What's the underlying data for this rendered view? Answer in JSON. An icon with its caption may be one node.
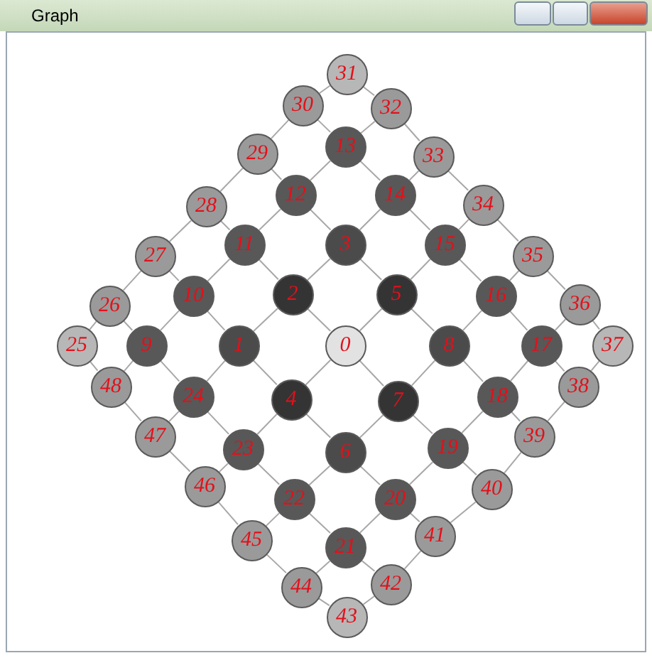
{
  "diagram": {
    "title": "Graph",
    "nodes": [
      {
        "text": [
          "0"
        ]
      },
      {
        "text": [
          "1"
        ]
      },
      {
        "text": [
          "2"
        ]
      },
      {
        "text": [
          "3"
        ]
      },
      {
        "text": [
          "4"
        ]
      },
      {
        "text": [
          "5"
        ]
      },
      {
        "text": [
          "6"
        ]
      },
      {
        "text": [
          "7"
        ]
      },
      {
        "text": [
          "8"
        ]
      },
      {
        "text": [
          "9"
        ]
      },
      {
        "text": [
          "10"
        ]
      },
      {
        "text": [
          "11"
        ]
      },
      {
        "text": [
          "12"
        ]
      },
      {
        "text": [
          "13"
        ]
      },
      {
        "text": [
          "14"
        ]
      },
      {
        "text": [
          "15"
        ]
      },
      {
        "text": [
          "16"
        ]
      },
      {
        "text": [
          "17"
        ]
      },
      {
        "text": [
          "18"
        ]
      },
      {
        "text": [
          "19"
        ]
      },
      {
        "text": [
          "20"
        ]
      },
      {
        "text": [
          "21"
        ]
      },
      {
        "text": [
          "22"
        ]
      },
      {
        "text": [
          "23"
        ]
      },
      {
        "text": [
          "24"
        ]
      },
      {
        "text": [
          "25"
        ]
      },
      {
        "text": [
          "26"
        ]
      },
      {
        "text": [
          "27"
        ]
      },
      {
        "text": [
          "28"
        ]
      },
      {
        "text": [
          "29"
        ]
      },
      {
        "text": [
          "30"
        ]
      },
      {
        "text": [
          "31"
        ]
      },
      {
        "text": [
          "32"
        ]
      },
      {
        "text": [
          "33"
        ]
      },
      {
        "text": [
          "34"
        ]
      },
      {
        "text": [
          "35"
        ]
      },
      {
        "text": [
          "36"
        ]
      },
      {
        "text": [
          "37"
        ]
      },
      {
        "text": [
          "38"
        ]
      },
      {
        "text": [
          "39"
        ]
      },
      {
        "text": [
          "40"
        ]
      },
      {
        "text": [
          "41"
        ]
      },
      {
        "text": [
          "42"
        ]
      },
      {
        "text": [
          "43"
        ]
      },
      {
        "text": [
          "44"
        ]
      },
      {
        "text": [
          "45"
        ]
      },
      {
        "text": [
          "46"
        ]
      },
      {
        "text": [
          "47"
        ]
      },
      {
        "text": [
          "48"
        ]
      }
    ],
    "edges": [
      {
        "from": 0,
        "to": 2,
        "arrow": "none"
      },
      {
        "from": 0,
        "to": 5,
        "arrow": "none"
      },
      {
        "from": 0,
        "to": 7,
        "arrow": "none"
      },
      {
        "from": 0,
        "to": 4,
        "arrow": "none"
      },
      {
        "from": 1,
        "to": 2,
        "arrow": "none"
      },
      {
        "from": 2,
        "to": 3,
        "arrow": "none"
      },
      {
        "from": 3,
        "to": 5,
        "arrow": "none"
      },
      {
        "from": 5,
        "to": 8,
        "arrow": "none"
      },
      {
        "from": 8,
        "to": 7,
        "arrow": "none"
      },
      {
        "from": 7,
        "to": 6,
        "arrow": "none"
      },
      {
        "from": 6,
        "to": 4,
        "arrow": "none"
      },
      {
        "from": 4,
        "to": 1,
        "arrow": "none"
      },
      {
        "from": 10,
        "to": 1,
        "arrow": "none"
      },
      {
        "from": 11,
        "to": 2,
        "arrow": "none"
      },
      {
        "from": 12,
        "to": 3,
        "arrow": "none"
      },
      {
        "from": 14,
        "to": 3,
        "arrow": "none"
      },
      {
        "from": 15,
        "to": 5,
        "arrow": "none"
      },
      {
        "from": 16,
        "to": 8,
        "arrow": "none"
      },
      {
        "from": 18,
        "to": 8,
        "arrow": "none"
      },
      {
        "from": 19,
        "to": 7,
        "arrow": "none"
      },
      {
        "from": 20,
        "to": 6,
        "arrow": "none"
      },
      {
        "from": 22,
        "to": 6,
        "arrow": "none"
      },
      {
        "from": 23,
        "to": 4,
        "arrow": "none"
      },
      {
        "from": 24,
        "to": 1,
        "arrow": "none"
      },
      {
        "from": 9,
        "to": 10,
        "arrow": "none"
      },
      {
        "from": 10,
        "to": 11,
        "arrow": "none"
      },
      {
        "from": 11,
        "to": 12,
        "arrow": "none"
      },
      {
        "from": 12,
        "to": 13,
        "arrow": "none"
      },
      {
        "from": 13,
        "to": 14,
        "arrow": "none"
      },
      {
        "from": 14,
        "to": 15,
        "arrow": "none"
      },
      {
        "from": 15,
        "to": 16,
        "arrow": "none"
      },
      {
        "from": 16,
        "to": 17,
        "arrow": "none"
      },
      {
        "from": 17,
        "to": 18,
        "arrow": "none"
      },
      {
        "from": 18,
        "to": 19,
        "arrow": "none"
      },
      {
        "from": 19,
        "to": 20,
        "arrow": "none"
      },
      {
        "from": 20,
        "to": 21,
        "arrow": "none"
      },
      {
        "from": 21,
        "to": 22,
        "arrow": "none"
      },
      {
        "from": 22,
        "to": 23,
        "arrow": "none"
      },
      {
        "from": 23,
        "to": 24,
        "arrow": "none"
      },
      {
        "from": 24,
        "to": 9,
        "arrow": "none"
      },
      {
        "from": 26,
        "to": 9,
        "arrow": "none"
      },
      {
        "from": 27,
        "to": 10,
        "arrow": "none"
      },
      {
        "from": 28,
        "to": 11,
        "arrow": "none"
      },
      {
        "from": 29,
        "to": 12,
        "arrow": "none"
      },
      {
        "from": 30,
        "to": 13,
        "arrow": "none"
      },
      {
        "from": 32,
        "to": 13,
        "arrow": "none"
      },
      {
        "from": 33,
        "to": 14,
        "arrow": "none"
      },
      {
        "from": 34,
        "to": 15,
        "arrow": "none"
      },
      {
        "from": 35,
        "to": 16,
        "arrow": "none"
      },
      {
        "from": 36,
        "to": 17,
        "arrow": "none"
      },
      {
        "from": 38,
        "to": 17,
        "arrow": "none"
      },
      {
        "from": 39,
        "to": 18,
        "arrow": "none"
      },
      {
        "from": 40,
        "to": 19,
        "arrow": "none"
      },
      {
        "from": 41,
        "to": 20,
        "arrow": "none"
      },
      {
        "from": 42,
        "to": 21,
        "arrow": "none"
      },
      {
        "from": 44,
        "to": 21,
        "arrow": "none"
      },
      {
        "from": 45,
        "to": 22,
        "arrow": "none"
      },
      {
        "from": 46,
        "to": 23,
        "arrow": "none"
      },
      {
        "from": 47,
        "to": 24,
        "arrow": "none"
      },
      {
        "from": 48,
        "to": 9,
        "arrow": "none"
      },
      {
        "from": 25,
        "to": 26,
        "arrow": "none"
      },
      {
        "from": 26,
        "to": 27,
        "arrow": "none"
      },
      {
        "from": 27,
        "to": 28,
        "arrow": "none"
      },
      {
        "from": 28,
        "to": 29,
        "arrow": "none"
      },
      {
        "from": 29,
        "to": 30,
        "arrow": "none"
      },
      {
        "from": 30,
        "to": 31,
        "arrow": "none"
      },
      {
        "from": 31,
        "to": 32,
        "arrow": "none"
      },
      {
        "from": 32,
        "to": 33,
        "arrow": "none"
      },
      {
        "from": 33,
        "to": 34,
        "arrow": "none"
      },
      {
        "from": 34,
        "to": 35,
        "arrow": "none"
      },
      {
        "from": 35,
        "to": 36,
        "arrow": "none"
      },
      {
        "from": 36,
        "to": 37,
        "arrow": "none"
      },
      {
        "from": 37,
        "to": 38,
        "arrow": "none"
      },
      {
        "from": 38,
        "to": 39,
        "arrow": "none"
      },
      {
        "from": 39,
        "to": 40,
        "arrow": "none"
      },
      {
        "from": 40,
        "to": 41,
        "arrow": "none"
      },
      {
        "from": 41,
        "to": 42,
        "arrow": "none"
      },
      {
        "from": 42,
        "to": 43,
        "arrow": "none"
      },
      {
        "from": 43,
        "to": 44,
        "arrow": "none"
      },
      {
        "from": 44,
        "to": 45,
        "arrow": "none"
      },
      {
        "from": 45,
        "to": 46,
        "arrow": "none"
      },
      {
        "from": 46,
        "to": 47,
        "arrow": "none"
      },
      {
        "from": 47,
        "to": 48,
        "arrow": "none"
      },
      {
        "from": 48,
        "to": 25,
        "arrow": "none"
      }
    ]
  }
}
